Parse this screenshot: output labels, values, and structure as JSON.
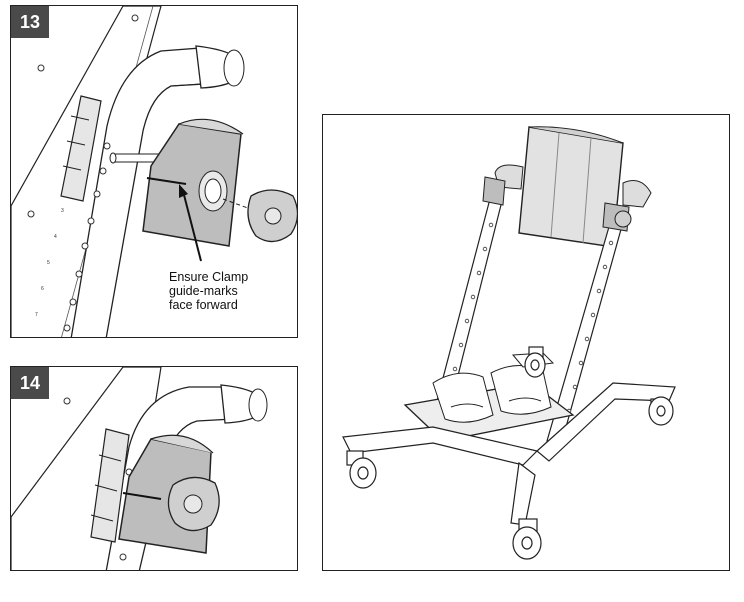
{
  "steps": [
    {
      "number": "13"
    },
    {
      "number": "14"
    }
  ],
  "callout": {
    "lines": [
      "Ensure Clamp",
      "guide-marks",
      "face forward"
    ]
  }
}
